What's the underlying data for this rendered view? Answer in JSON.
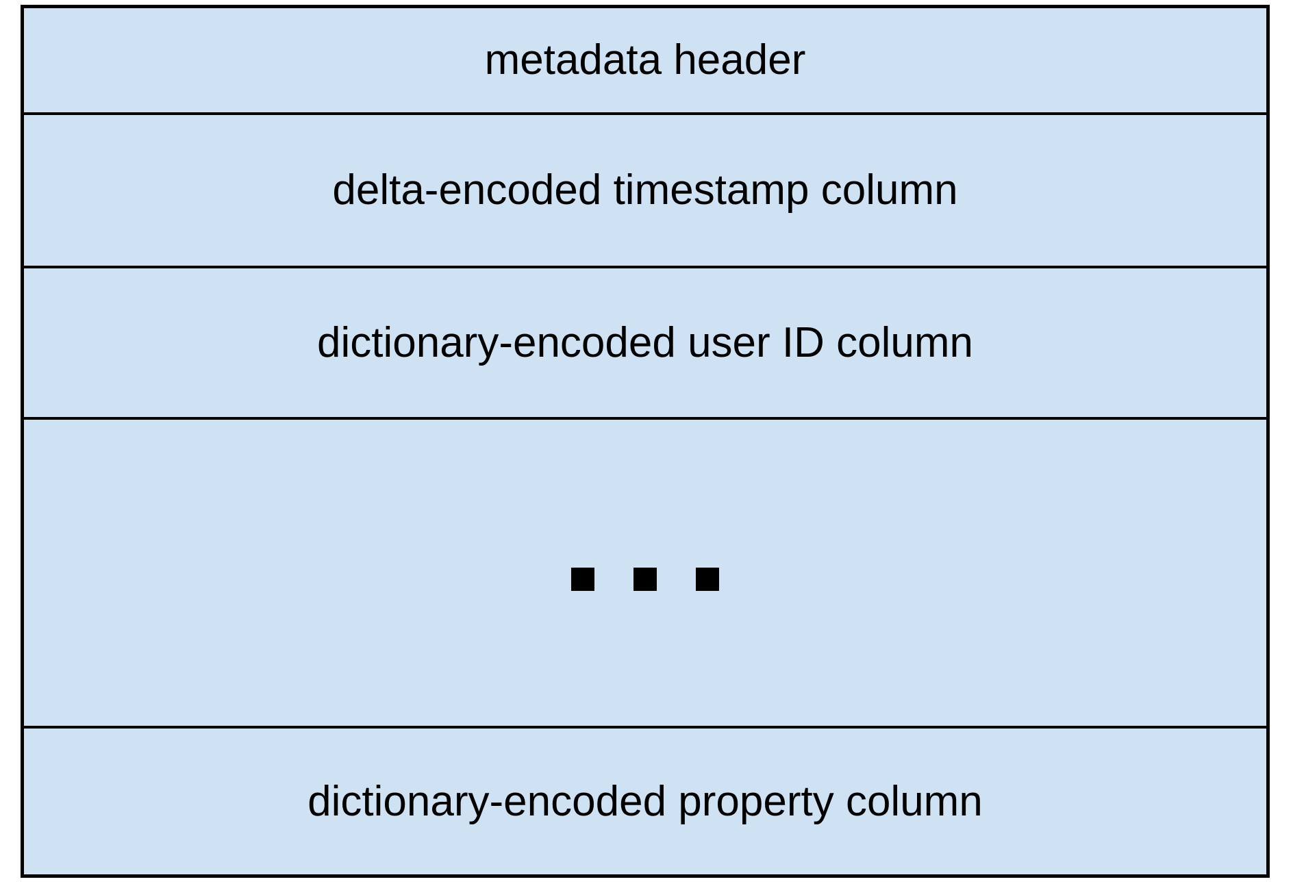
{
  "diagram": {
    "rows": [
      {
        "label": "metadata header"
      },
      {
        "label": "delta-encoded timestamp column"
      },
      {
        "label": "dictionary-encoded user ID column"
      },
      {
        "label": "",
        "type": "ellipsis"
      },
      {
        "label": "dictionary-encoded property column"
      }
    ],
    "ellipsis_square_count": 3,
    "colors": {
      "fill": "#cfe2f3",
      "border": "#000000",
      "text": "#000000"
    }
  }
}
